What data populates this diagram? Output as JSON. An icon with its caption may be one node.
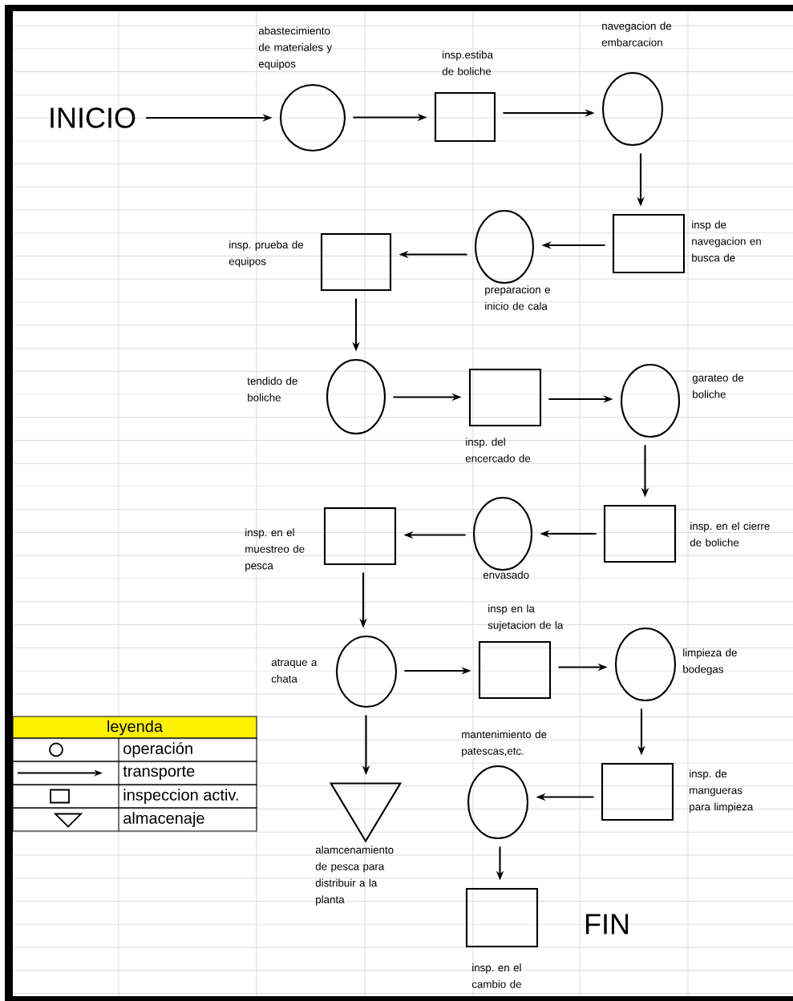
{
  "diagram": {
    "nodes": [
      {
        "text": [
          "INICIO"
        ]
      },
      {
        "text": [],
        "shape": "circle",
        "beside": [
          "abastecimiento de materiales y equipos"
        ]
      },
      {
        "text": [],
        "shape": "box",
        "beside": [
          "insp.estiba de boliche"
        ]
      },
      {
        "text": [],
        "shape": "circle",
        "beside": [
          "navegacion de embarcacion"
        ]
      },
      {
        "text": [],
        "shape": "box",
        "beside": [
          "insp de navegacion en busca de"
        ]
      },
      {
        "text": [],
        "shape": "circle",
        "beside": [
          "preparacion e inicio de cala"
        ]
      },
      {
        "text": [],
        "shape": "box",
        "beside": [
          "insp. prueba de equipos"
        ]
      },
      {
        "text": [],
        "shape": "circle",
        "beside": [
          "tendido de boliche"
        ]
      },
      {
        "text": [],
        "shape": "box",
        "beside": [
          "insp. del encercado de"
        ]
      },
      {
        "text": [],
        "shape": "circle",
        "beside": [
          "garateo de boliche"
        ]
      },
      {
        "text": [],
        "shape": "box",
        "beside": [
          "insp. en el cierre de boliche"
        ]
      },
      {
        "text": [],
        "shape": "circle",
        "beside": [
          "envasado"
        ]
      },
      {
        "text": [],
        "shape": "box",
        "beside": [
          "insp. en el muestreo de pesca"
        ]
      },
      {
        "text": [],
        "shape": "circle",
        "beside": [
          "atraque a chata"
        ]
      },
      {
        "text": [],
        "shape": "box",
        "beside": [
          "insp en la sujetacion de la"
        ]
      },
      {
        "text": [],
        "shape": "circle",
        "beside": [
          "limpieza de bodegas"
        ]
      },
      {
        "text": [],
        "shape": "triangle",
        "beside": [
          "alamcenamiento de pesca para distribuir a la planta"
        ]
      },
      {
        "text": [],
        "shape": "box",
        "beside": [
          "insp. de mangueras para limpieza"
        ]
      },
      {
        "text": [],
        "shape": "circle",
        "beside": [
          "mantenimiento de patescas,etc."
        ]
      },
      {
        "text": [],
        "shape": "box",
        "beside": [
          "insp. en el cambio de"
        ]
      }
    ],
    "edges": [
      {
        "from": 0,
        "to": 1,
        "arrow": "to"
      },
      {
        "from": 1,
        "to": 2,
        "arrow": "to"
      },
      {
        "from": 2,
        "to": 3,
        "arrow": "to"
      },
      {
        "from": 3,
        "to": 4,
        "arrow": "to"
      },
      {
        "from": 4,
        "to": 5,
        "arrow": "to"
      },
      {
        "from": 5,
        "to": 6,
        "arrow": "to"
      },
      {
        "from": 6,
        "to": 7,
        "arrow": "to"
      },
      {
        "from": 7,
        "to": 8,
        "arrow": "to"
      },
      {
        "from": 8,
        "to": 9,
        "arrow": "to"
      },
      {
        "from": 9,
        "to": 10,
        "arrow": "to"
      },
      {
        "from": 10,
        "to": 11,
        "arrow": "to"
      },
      {
        "from": 11,
        "to": 12,
        "arrow": "to"
      },
      {
        "from": 12,
        "to": 13,
        "arrow": "to"
      },
      {
        "from": 13,
        "to": 14,
        "arrow": "to"
      },
      {
        "from": 14,
        "to": 15,
        "arrow": "to"
      },
      {
        "from": 13,
        "to": 16,
        "arrow": "to"
      },
      {
        "from": 15,
        "to": 17,
        "arrow": "to"
      },
      {
        "from": 17,
        "to": 18,
        "arrow": "to"
      },
      {
        "from": 18,
        "to": 19,
        "arrow": "to"
      }
    ],
    "labels": [
      "leyenda",
      "FIN"
    ],
    "legend": [
      {
        "text": "operación"
      },
      {
        "text": "transporte"
      },
      {
        "text": "inspeccion activ."
      },
      {
        "text": "almacenaje"
      }
    ]
  }
}
